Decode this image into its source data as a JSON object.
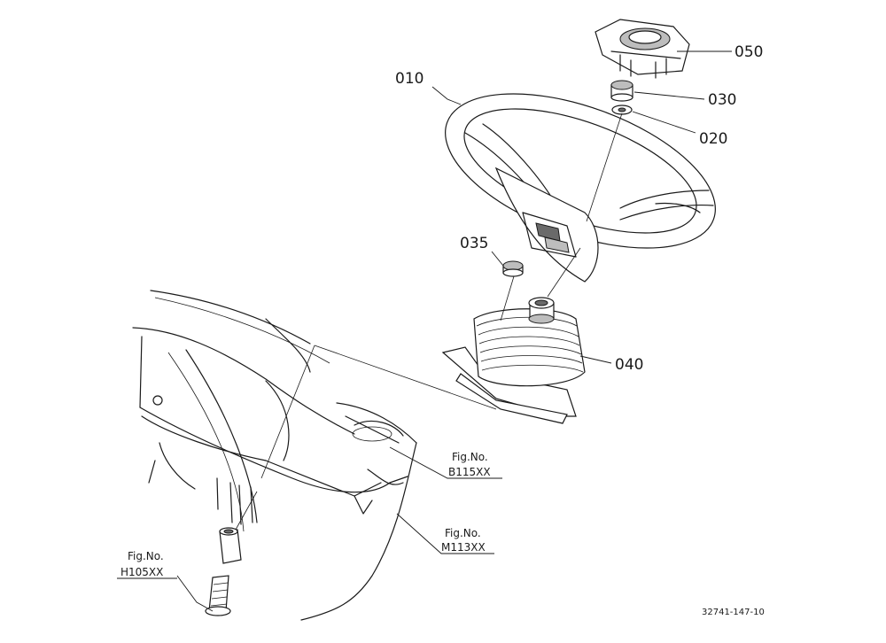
{
  "parts": {
    "p010": "010",
    "p020": "020",
    "p030": "030",
    "p035": "035",
    "p040": "040",
    "p050": "050"
  },
  "references": {
    "b115": {
      "title": "Fig.No.",
      "code": "B115XX"
    },
    "m113": {
      "title": "Fig.No.",
      "code": "M113XX"
    },
    "h105": {
      "title": "Fig.No.",
      "code": "H105XX"
    }
  },
  "diagram_code": "32741-147-10"
}
